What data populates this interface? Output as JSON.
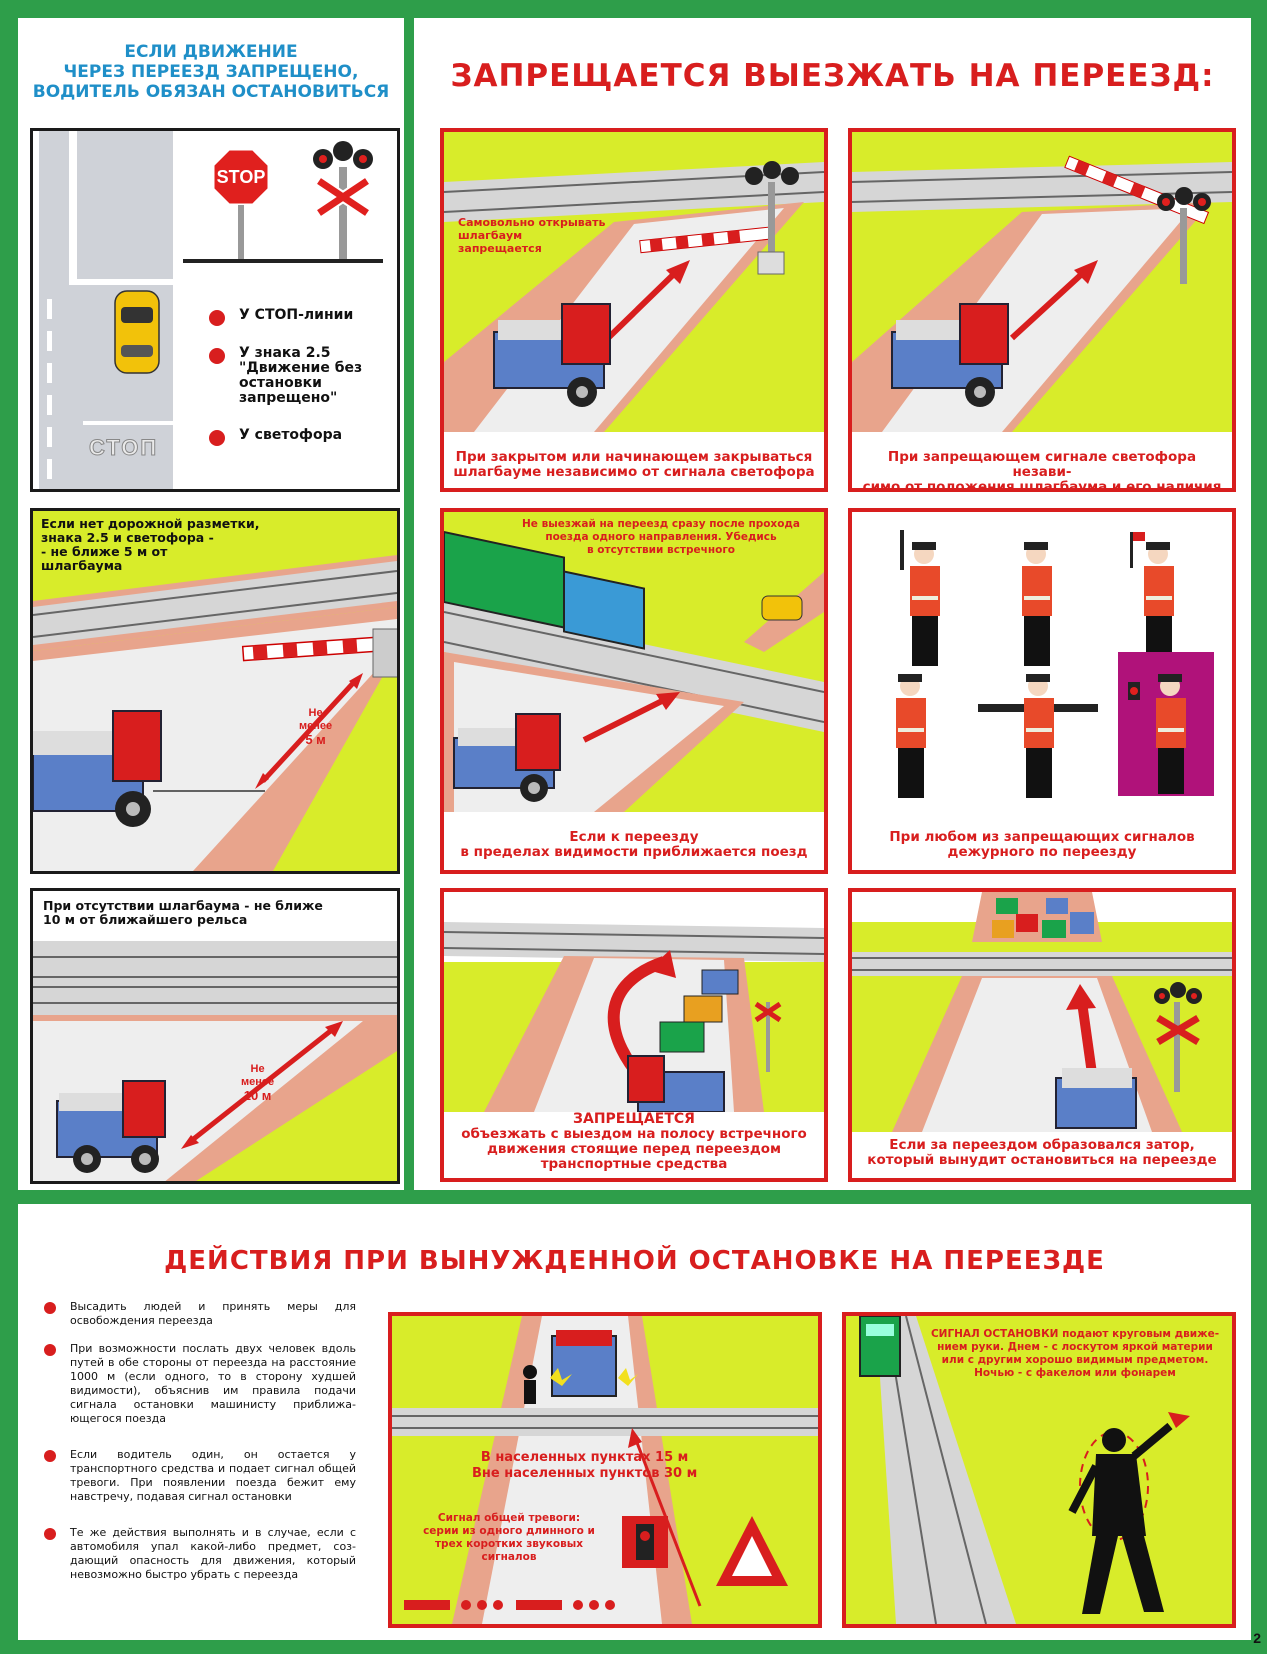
{
  "top_left_title": [
    "ЕСЛИ ДВИЖЕНИЕ",
    "ЧЕРЕЗ ПЕРЕЕЗД ЗАПРЕЩЕНО,",
    "ВОДИТЕЛЬ ОБЯЗАН ОСТАНОВИТЬСЯ"
  ],
  "main_title": "ЗАПРЕЩАЕТСЯ ВЫЕЗЖАТЬ НА ПЕРЕЕЗД:",
  "stop_sign": "STOP",
  "road_marking": "СТОП",
  "stop_places": [
    "У СТОП-линии",
    "У знака 2.5 \"Движение без остановки запрещено\"",
    "У светофора"
  ],
  "left_panels": {
    "no_marking": [
      "Если нет дорожной разметки,",
      "знака 2.5 и светофора -",
      "- не ближе 5 м от",
      "шлагбаума"
    ],
    "distance_5": [
      "Не",
      "менее",
      "5 м"
    ],
    "no_barrier": [
      "При отсутствии шлагбаума - не ближе",
      "10 м от ближайшего рельса"
    ],
    "distance_10": [
      "Не",
      "менее",
      "10 м"
    ]
  },
  "panels": {
    "barrier_closed": {
      "note": [
        "Самовольно открывать",
        "шлагбаум",
        "запрещается"
      ],
      "caption": [
        "При закрытом или начинающем закрываться",
        "шлагбауме независимо от сигнала светофора"
      ]
    },
    "signal_forbid": {
      "caption": [
        "При запрещающем сигнале светофора незави-",
        "симо от положения шлагбаума и его наличия"
      ]
    },
    "train_near": {
      "note": [
        "Не выезжай  на переезд сразу после прохода",
        "поезда одного направления. Убедись",
        "в отсутствии встречного"
      ],
      "caption": [
        "Если к переезду",
        "в пределах видимости приближается поезд"
      ]
    },
    "attendant": {
      "caption": [
        "При любом из запрещающих сигналов",
        "дежурного по переезду"
      ]
    },
    "overtake": {
      "caption": [
        "ЗАПРЕЩАЕТСЯ",
        "объезжать с выездом на полосу встречного",
        "движения стоящие перед переездом",
        "транспортные средства"
      ]
    },
    "jam": {
      "caption": [
        "Если за переездом образовался затор,",
        "который вынудит остановиться на переезде"
      ]
    }
  },
  "bottom_title": "ДЕЙСТВИЯ ПРИ ВЫНУЖДЕННОЙ ОСТАНОВКЕ НА ПЕРЕЕЗДЕ",
  "actions": [
    "Высадить людей и принять меры для освобождения переезда",
    "При возможности послать двух человек вдоль путей в обе стороны от переезда на расстояние 1000 м (если одного, то в сторону худшей видимости), объяснив им правила подачи сигнала остановки машинисту приближа-ющегося поезда",
    "Если водитель один, он остается у транспортного средства и подает сигнал общей тревоги. При появлении поезда бежит ему навстречу, подавая сигнал остановки",
    "Те же действия выполнять и в случае, если с автомобиля упал какой-либо предмет, соз-дающий опасность для движения, который невозможно быстро убрать с переезда"
  ],
  "triangle_panel": {
    "distances": [
      "В населенных пунктах 15 м",
      "Вне населенных пунктов 30 м"
    ],
    "alarm": [
      "Сигнал общей тревоги:",
      "серии из одного длинного и",
      "трех коротких звуковых сигналов"
    ]
  },
  "stop_signal_panel": {
    "text": [
      "СИГНАЛ ОСТАНОВКИ подают круговым движе-",
      "нием руки. Днем - с лоскутом яркой материи",
      "или с другим хорошо видимым предметом.",
      "Ночью - с факелом или фонарем"
    ]
  },
  "page_number": "2",
  "colors": {
    "frame_green": "#2e9e4a",
    "accent_red": "#d81e1e",
    "title_blue": "#1f8fc8",
    "grass": "#d8ec2a",
    "road_pink": "#e8a48c"
  }
}
